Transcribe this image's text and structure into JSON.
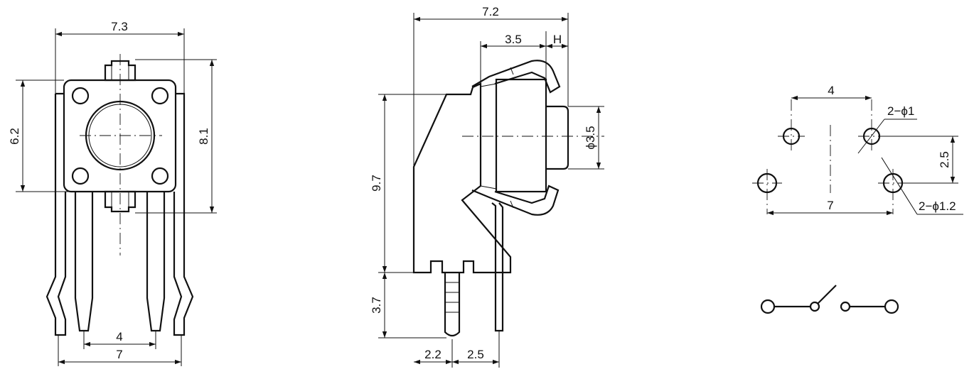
{
  "front_view": {
    "width_top": "7.3",
    "height_left": "6.2",
    "height_right": "8.1",
    "pitch_inner": "4",
    "width_bottom": "7"
  },
  "side_view": {
    "width_top": "7.2",
    "actuator_depth": "3.5",
    "actuator_height_label": "H",
    "actuator_diameter": "ϕ3.5",
    "body_height": "9.7",
    "pin_length": "3.7",
    "offset_a": "2.2",
    "offset_b": "2.5"
  },
  "footprint": {
    "pitch_top": "4",
    "small_hole_note": "2−ϕ1",
    "row_offset": "2.5",
    "large_hole_note": "2−ϕ1.2",
    "pitch_bottom": "7"
  },
  "colors": {
    "line": "#111111",
    "background": "#ffffff"
  }
}
